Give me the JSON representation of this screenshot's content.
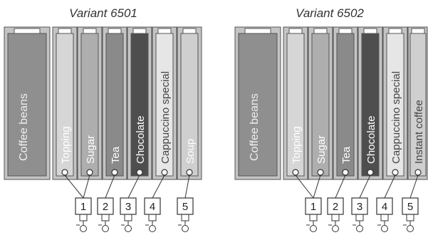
{
  "variants": [
    {
      "title": "Variant 6501",
      "containers": [
        {
          "label": "Coffee beans",
          "fill": "#8f8f8f"
        },
        {
          "label": "Topping",
          "fill": "#d6d6d6"
        },
        {
          "label": "Sugar",
          "fill": "#aeaeae"
        },
        {
          "label": "Tea",
          "fill": "#8a8a8a"
        },
        {
          "label": "Chocolate",
          "fill": "#4e4e4e"
        },
        {
          "label": "Cappuccino special",
          "fill": "#e6e6e6"
        },
        {
          "label": "Soup",
          "fill": "#cfcfcf"
        }
      ],
      "mixers": [
        "1",
        "2",
        "3",
        "4",
        "5"
      ]
    },
    {
      "title": "Variant 6502",
      "containers": [
        {
          "label": "Coffee beans",
          "fill": "#8f8f8f"
        },
        {
          "label": "Topping",
          "fill": "#d6d6d6"
        },
        {
          "label": "Sugar",
          "fill": "#aeaeae"
        },
        {
          "label": "Tea",
          "fill": "#8a8a8a"
        },
        {
          "label": "Chocolate",
          "fill": "#4e4e4e"
        },
        {
          "label": "Cappuccino special",
          "fill": "#e6e6e6"
        },
        {
          "label": "Instant coffee",
          "fill": "#cfcfcf"
        }
      ],
      "mixers": [
        "1",
        "2",
        "3",
        "4",
        "5"
      ]
    }
  ]
}
